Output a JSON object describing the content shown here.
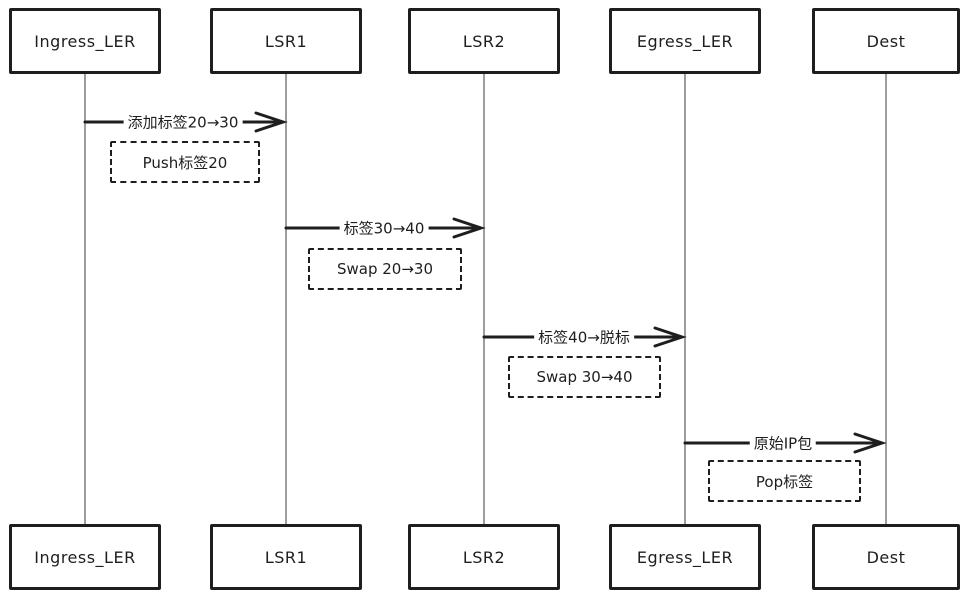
{
  "diagram": {
    "type": "sequence-diagram",
    "actors": [
      {
        "label": "Ingress_LER"
      },
      {
        "label": "LSR1"
      },
      {
        "label": "LSR2"
      },
      {
        "label": "Egress_LER"
      },
      {
        "label": "Dest"
      }
    ],
    "messages": [
      {
        "from": "Ingress_LER",
        "to": "LSR1",
        "label": "添加标签20→30",
        "note": "Push标签20"
      },
      {
        "from": "LSR1",
        "to": "LSR2",
        "label": "标签30→40",
        "note": "Swap 20→30"
      },
      {
        "from": "LSR2",
        "to": "Egress_LER",
        "label": "标签40→脱标",
        "note": "Swap 30→40"
      },
      {
        "from": "Egress_LER",
        "to": "Dest",
        "label": "原始IP包",
        "note": "Pop标签"
      }
    ],
    "colors": {
      "stroke": "#1e1e1e",
      "lifeline": "#9d9d9d",
      "background": "#ffffff"
    }
  }
}
